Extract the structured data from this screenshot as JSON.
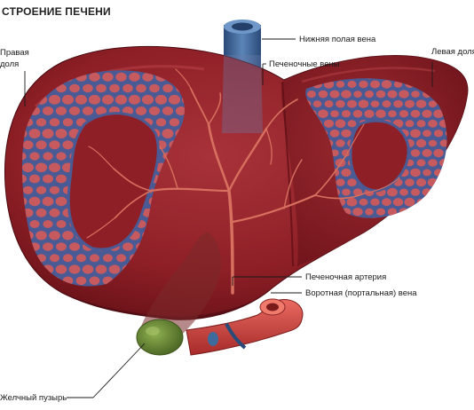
{
  "title": "СТРОЕНИЕ ПЕЧЕНИ",
  "labels": {
    "right_lobe_line1": "Правая",
    "right_lobe_line2": "доля",
    "left_lobe": "Левая доля",
    "ivc": "Нижняя полая вена",
    "hepatic_veins": "Печеночные вены",
    "hepatic_artery": "Печеночная артерия",
    "portal_vein": "Воротная (портальная) вена",
    "gallbladder": "Желчный пузырь"
  },
  "colors": {
    "liver": "#8e1f26",
    "liver_dark": "#5e0e14",
    "liver_light": "#b03a40",
    "vessel_net": "#4a5a94",
    "lobule_fill": "#c65a5f",
    "ivc": "#3f6a9c",
    "artery_branch": "#d7705f",
    "gallbladder": "#6b8a3a",
    "portal_vessel": "#d9534f"
  }
}
